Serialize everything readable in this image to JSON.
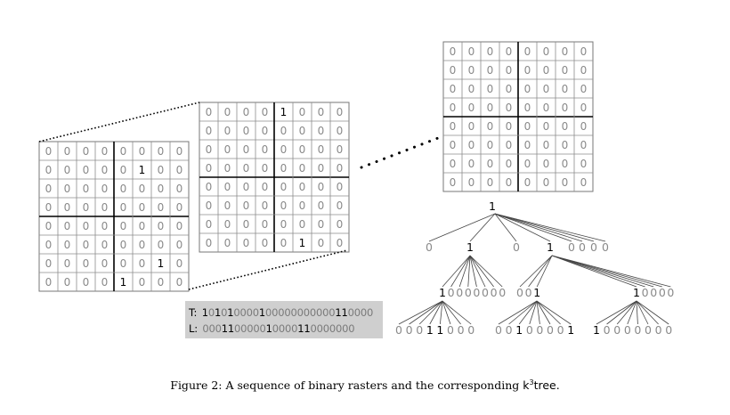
{
  "figure": {
    "rasters": [
      {
        "name": "raster-1",
        "cells": [
          [
            "0",
            "0",
            "0",
            "0",
            "0",
            "0",
            "0",
            "0"
          ],
          [
            "0",
            "0",
            "0",
            "0",
            "0",
            "1",
            "0",
            "0"
          ],
          [
            "0",
            "0",
            "0",
            "0",
            "0",
            "0",
            "0",
            "0"
          ],
          [
            "0",
            "0",
            "0",
            "0",
            "0",
            "0",
            "0",
            "0"
          ],
          [
            "0",
            "0",
            "0",
            "0",
            "0",
            "0",
            "0",
            "0"
          ],
          [
            "0",
            "0",
            "0",
            "0",
            "0",
            "0",
            "0",
            "0"
          ],
          [
            "0",
            "0",
            "0",
            "0",
            "0",
            "0",
            "1",
            "0"
          ],
          [
            "0",
            "0",
            "0",
            "0",
            "1",
            "0",
            "0",
            "0"
          ]
        ]
      },
      {
        "name": "raster-2",
        "cells": [
          [
            "0",
            "0",
            "0",
            "0",
            "1",
            "0",
            "0",
            "0"
          ],
          [
            "0",
            "0",
            "0",
            "0",
            "0",
            "0",
            "0",
            "0"
          ],
          [
            "0",
            "0",
            "0",
            "0",
            "0",
            "0",
            "0",
            "0"
          ],
          [
            "0",
            "0",
            "0",
            "0",
            "0",
            "0",
            "0",
            "0"
          ],
          [
            "0",
            "0",
            "0",
            "0",
            "0",
            "0",
            "0",
            "0"
          ],
          [
            "0",
            "0",
            "0",
            "0",
            "0",
            "0",
            "0",
            "0"
          ],
          [
            "0",
            "0",
            "0",
            "0",
            "0",
            "0",
            "0",
            "0"
          ],
          [
            "0",
            "0",
            "0",
            "0",
            "0",
            "1",
            "0",
            "0"
          ]
        ]
      },
      {
        "name": "raster-3",
        "cells": [
          [
            "0",
            "0",
            "0",
            "0",
            "0",
            "0",
            "0",
            "0"
          ],
          [
            "0",
            "0",
            "0",
            "0",
            "0",
            "0",
            "0",
            "0"
          ],
          [
            "0",
            "0",
            "0",
            "0",
            "0",
            "0",
            "0",
            "0"
          ],
          [
            "0",
            "0",
            "0",
            "0",
            "0",
            "0",
            "0",
            "0"
          ],
          [
            "0",
            "0",
            "0",
            "0",
            "0",
            "0",
            "0",
            "0"
          ],
          [
            "0",
            "0",
            "0",
            "0",
            "0",
            "0",
            "0",
            "0"
          ],
          [
            "0",
            "0",
            "0",
            "0",
            "0",
            "0",
            "0",
            "0"
          ],
          [
            "0",
            "0",
            "0",
            "0",
            "0",
            "0",
            "0",
            "0"
          ]
        ]
      }
    ],
    "tree": {
      "root": "1",
      "level1": [
        "0",
        "1",
        "0",
        "1",
        "0",
        "0",
        "0",
        "0"
      ],
      "level2": [
        "10000000",
        "001",
        "10000"
      ],
      "level3": [
        "00011000",
        "00100001",
        "10000000"
      ]
    },
    "sequences": {
      "t_label": "T:",
      "t_bits": "101010000100000000000110000",
      "l_label": "L:",
      "l_bits": "000110000010000110000000"
    },
    "caption": {
      "prefix": "Figure 2:  A sequence of binary rasters and the corresponding ",
      "k": "k",
      "exp": "3",
      "suffix": "tree."
    },
    "colors": {
      "one": "#000000",
      "zero": "#8a8a8a",
      "box": "#cfcfcf"
    }
  }
}
